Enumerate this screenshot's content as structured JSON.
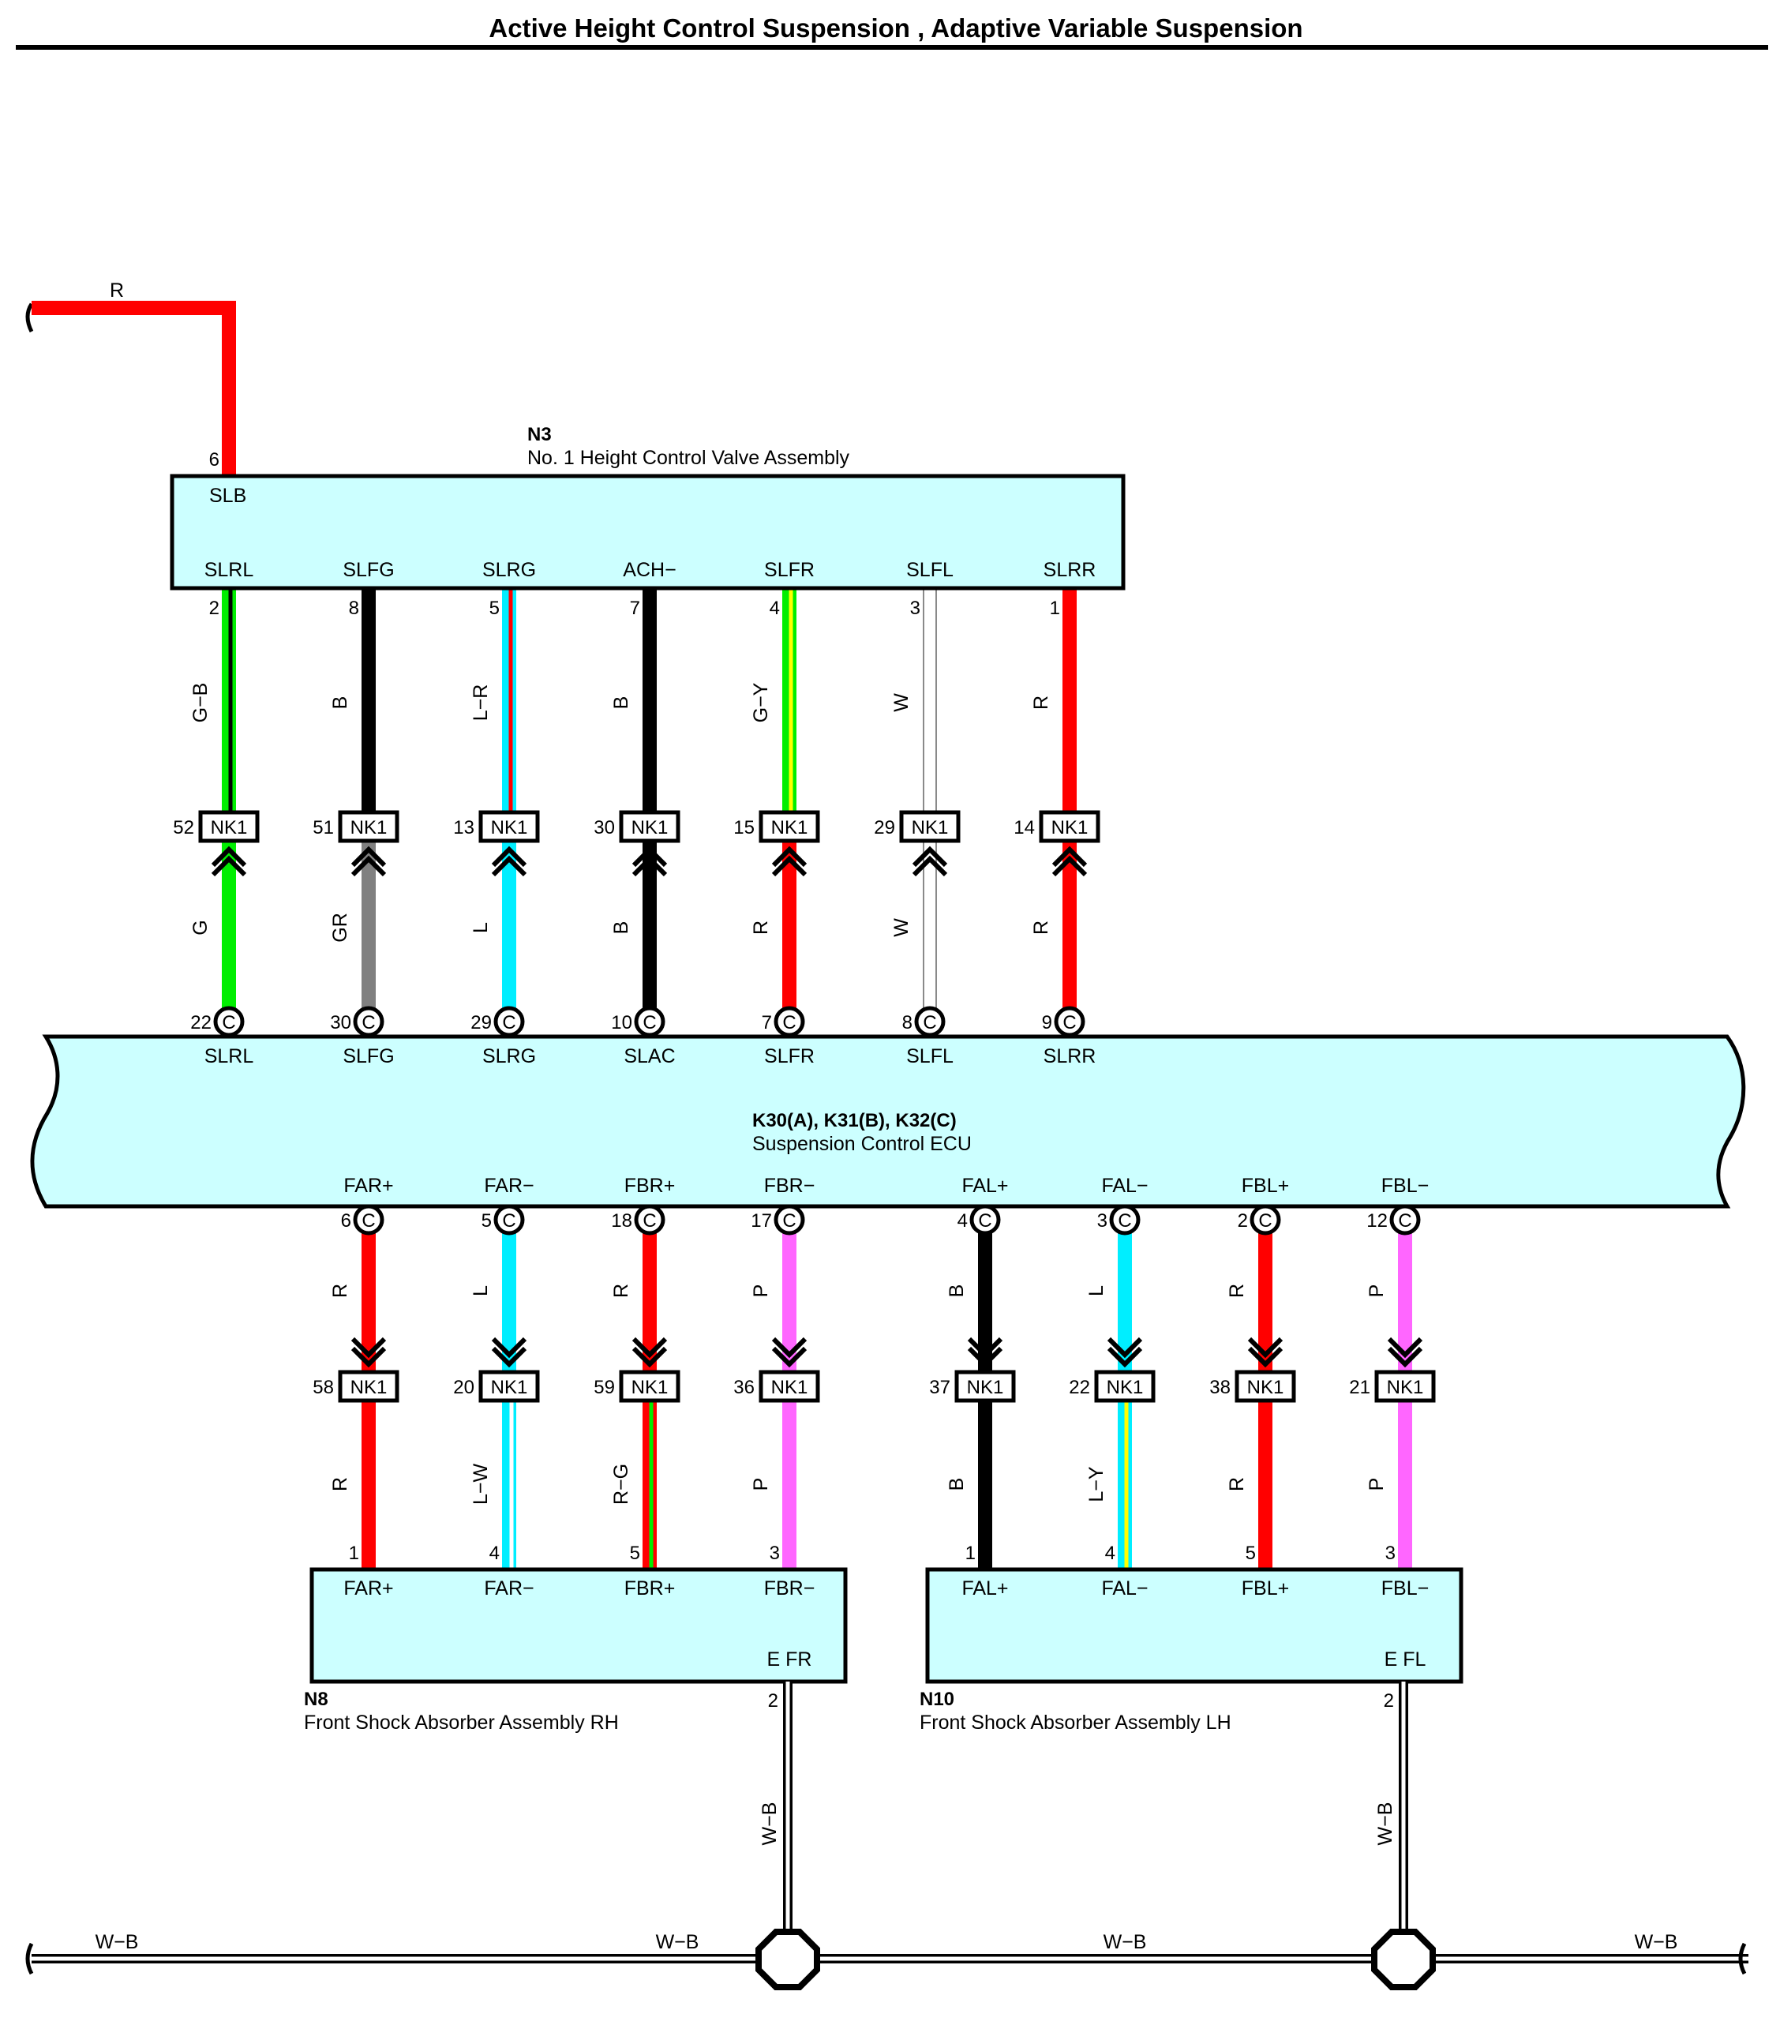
{
  "title": "Active Height Control Suspension , Adaptive Variable Suspension",
  "colors": {
    "R": "#ff0000",
    "B": "#000000",
    "G": "#00ee00",
    "GR": "#808080",
    "L": "#00eeff",
    "W": "#ffffff",
    "P": "#ff66ff",
    "Y": "#ffff00",
    "component_fill": "#ccffff"
  },
  "feed": {
    "wire_label": "R",
    "pin": "6",
    "terminal": "SLB"
  },
  "n3": {
    "id": "N3",
    "name": "No. 1 Height Control Valve Assembly",
    "terminals": [
      "SLRL",
      "SLFG",
      "SLRG",
      "ACH−",
      "SLFR",
      "SLFL",
      "SLRR"
    ],
    "pins": [
      "2",
      "8",
      "5",
      "7",
      "4",
      "3",
      "1"
    ]
  },
  "upper_wires": [
    {
      "label": "G−B",
      "colors": [
        "G",
        "B"
      ]
    },
    {
      "label": "B",
      "colors": [
        "B"
      ]
    },
    {
      "label": "L−R",
      "colors": [
        "L",
        "R"
      ]
    },
    {
      "label": "B",
      "colors": [
        "B"
      ]
    },
    {
      "label": "G−Y",
      "colors": [
        "G",
        "Y"
      ]
    },
    {
      "label": "W",
      "colors": [
        "W"
      ]
    },
    {
      "label": "R",
      "colors": [
        "R"
      ]
    }
  ],
  "nk1_top": {
    "connector": "NK1",
    "pins": [
      "52",
      "51",
      "13",
      "30",
      "15",
      "29",
      "14"
    ]
  },
  "mid_wires": [
    {
      "label": "G",
      "colors": [
        "G"
      ]
    },
    {
      "label": "GR",
      "colors": [
        "GR"
      ]
    },
    {
      "label": "L",
      "colors": [
        "L"
      ]
    },
    {
      "label": "B",
      "colors": [
        "B"
      ]
    },
    {
      "label": "R",
      "colors": [
        "R"
      ]
    },
    {
      "label": "W",
      "colors": [
        "W"
      ]
    },
    {
      "label": "R",
      "colors": [
        "R"
      ]
    }
  ],
  "ecu": {
    "ids": "K30(A), K31(B), K32(C)",
    "name": "Suspension Control ECU",
    "connector_letter": "C",
    "top_pins": [
      "22",
      "30",
      "29",
      "10",
      "7",
      "8",
      "9"
    ],
    "top_terminals": [
      "SLRL",
      "SLFG",
      "SLRG",
      "SLAC",
      "SLFR",
      "SLFL",
      "SLRR"
    ],
    "bottom_terminals": [
      "FAR+",
      "FAR−",
      "FBR+",
      "FBR−",
      "FAL+",
      "FAL−",
      "FBL+",
      "FBL−"
    ],
    "bottom_pins": [
      "6",
      "5",
      "18",
      "17",
      "4",
      "3",
      "2",
      "12"
    ]
  },
  "lower_wires_a": [
    {
      "label": "R",
      "colors": [
        "R"
      ]
    },
    {
      "label": "L",
      "colors": [
        "L"
      ]
    },
    {
      "label": "R",
      "colors": [
        "R"
      ]
    },
    {
      "label": "P",
      "colors": [
        "P"
      ]
    },
    {
      "label": "B",
      "colors": [
        "B"
      ]
    },
    {
      "label": "L",
      "colors": [
        "L"
      ]
    },
    {
      "label": "R",
      "colors": [
        "R"
      ]
    },
    {
      "label": "P",
      "colors": [
        "P"
      ]
    }
  ],
  "nk1_bottom": {
    "connector": "NK1",
    "pins": [
      "58",
      "20",
      "59",
      "36",
      "37",
      "22",
      "38",
      "21"
    ]
  },
  "lower_wires_b": [
    {
      "label": "R",
      "colors": [
        "R"
      ]
    },
    {
      "label": "L−W",
      "colors": [
        "L",
        "W"
      ]
    },
    {
      "label": "R−G",
      "colors": [
        "R",
        "G"
      ]
    },
    {
      "label": "P",
      "colors": [
        "P"
      ]
    },
    {
      "label": "B",
      "colors": [
        "B"
      ]
    },
    {
      "label": "L−Y",
      "colors": [
        "L",
        "Y"
      ]
    },
    {
      "label": "R",
      "colors": [
        "R"
      ]
    },
    {
      "label": "P",
      "colors": [
        "P"
      ]
    }
  ],
  "n8": {
    "id": "N8",
    "name": "Front Shock Absorber Assembly RH",
    "terminals": [
      "FAR+",
      "FAR−",
      "FBR+",
      "FBR−"
    ],
    "pins": [
      "1",
      "4",
      "5",
      "3"
    ],
    "ground_terminal": "E FR",
    "ground_pin": "2",
    "ground_wire": "W−B"
  },
  "n10": {
    "id": "N10",
    "name": "Front Shock Absorber Assembly LH",
    "terminals": [
      "FAL+",
      "FAL−",
      "FBL+",
      "FBL−"
    ],
    "pins": [
      "1",
      "4",
      "5",
      "3"
    ],
    "ground_terminal": "E FL",
    "ground_pin": "2",
    "ground_wire": "W−B"
  },
  "bus_labels": [
    "W−B",
    "W−B",
    "W−B",
    "W−B"
  ]
}
